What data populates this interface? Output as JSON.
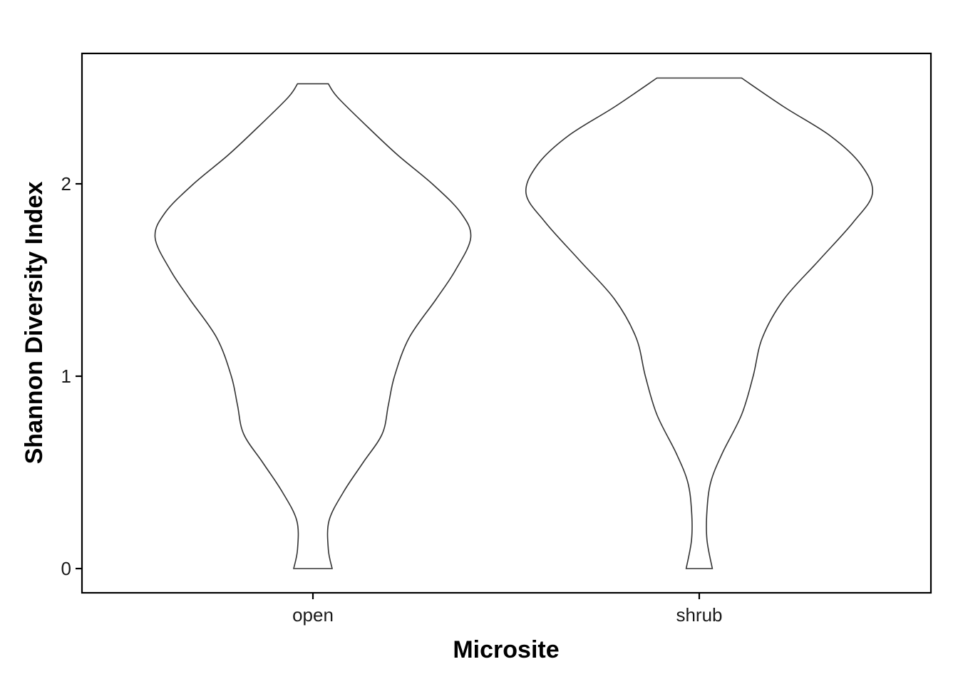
{
  "chart_data": {
    "type": "violin",
    "xlabel": "Microsite",
    "ylabel": "Shannon Diversity Index",
    "categories": [
      "open",
      "shrub"
    ],
    "yticks": [
      0,
      1,
      2
    ],
    "ylim": [
      -0.13,
      2.68
    ],
    "grid": false,
    "legend": "none",
    "series": [
      {
        "category": "open",
        "range": [
          0,
          2.52
        ],
        "density": [
          [
            0.0,
            0.25
          ],
          [
            0.1,
            0.2
          ],
          [
            0.25,
            0.21
          ],
          [
            0.4,
            0.4
          ],
          [
            0.55,
            0.65
          ],
          [
            0.7,
            0.9
          ],
          [
            0.85,
            0.98
          ],
          [
            1.0,
            1.06
          ],
          [
            1.2,
            1.25
          ],
          [
            1.4,
            1.6
          ],
          [
            1.55,
            1.85
          ],
          [
            1.72,
            2.05
          ],
          [
            1.85,
            1.92
          ],
          [
            2.0,
            1.55
          ],
          [
            2.15,
            1.1
          ],
          [
            2.3,
            0.7
          ],
          [
            2.45,
            0.32
          ],
          [
            2.52,
            0.2
          ]
        ]
      },
      {
        "category": "shrub",
        "range": [
          0,
          2.55
        ],
        "density": [
          [
            0.0,
            0.17
          ],
          [
            0.15,
            0.1
          ],
          [
            0.3,
            0.1
          ],
          [
            0.45,
            0.15
          ],
          [
            0.6,
            0.3
          ],
          [
            0.8,
            0.55
          ],
          [
            1.0,
            0.7
          ],
          [
            1.2,
            0.82
          ],
          [
            1.4,
            1.1
          ],
          [
            1.6,
            1.55
          ],
          [
            1.8,
            2.0
          ],
          [
            1.95,
            2.25
          ],
          [
            2.1,
            2.1
          ],
          [
            2.25,
            1.7
          ],
          [
            2.4,
            1.1
          ],
          [
            2.55,
            0.55
          ]
        ]
      }
    ],
    "colors": {
      "outline": "#333333",
      "fill": "#ffffff",
      "axis": "#000000"
    }
  }
}
